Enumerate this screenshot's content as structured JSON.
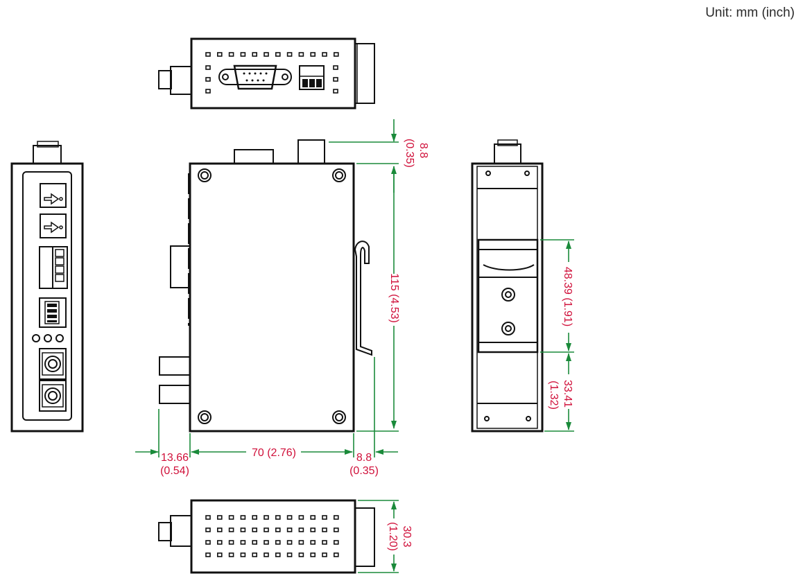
{
  "unit_label": "Unit: mm (inch)",
  "dimensions": {
    "top_offset_mm": "8.8",
    "top_offset_in": "(0.35)",
    "height": "115 (4.53)",
    "width": "70 (2.76)",
    "left_offset_mm": "13.66",
    "left_offset_in": "(0.54)",
    "right_offset_mm": "8.8",
    "right_offset_in": "(0.35)",
    "rail_upper": "48.39 (1.91)",
    "rail_lower_mm": "33.41",
    "rail_lower_in": "(1.32)",
    "depth_mm": "30.3",
    "depth_in": "(1.20)"
  },
  "colors": {
    "dimension_line": "#1a8a3a",
    "dimension_text": "#d0103a",
    "outline": "#111111"
  }
}
